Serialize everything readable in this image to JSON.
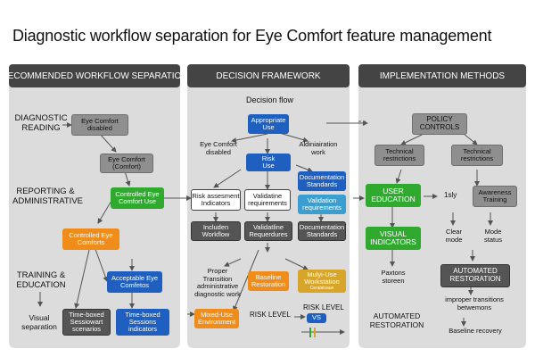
{
  "title": "Diagnostic workflow separation for Eye Comfort feature management",
  "headers": {
    "left": "RECOMMENDED WORKFLOW SEPARATION",
    "middle": "DECISION FRAMEWORK",
    "right": "IMPLEMENTATION METHODS"
  },
  "left": {
    "row_diag": "DIAGNOSTIC\nREADING",
    "row_report": "REPORTING &\nADMINISTRATIVE",
    "row_train": "TRAINING &\nEDUCATION",
    "row_visual": "Visual\nseparation",
    "eye_disabled": "Eye Comfort\ndisabled",
    "eye_comfort": "Eye Comfort\n(Comfort)",
    "controlled_use": "Controlled Eye\nComfort Use",
    "controlled_comforts": "Controlled Eye\nComforts",
    "acceptable": "Acceptable Eye\nComfetos",
    "time_boxed_a": "Time-boxed\nSessiowart\nscenarios",
    "time_boxed_b": "Time-boxed\nSessions\nindicators"
  },
  "middle": {
    "decision_flow": "Decision flow",
    "appropriate_use": "Appropriate\nUse",
    "eye_disabled": "Eye Comfort\ndisabled",
    "administration": "Aldiniairation\nwork",
    "risk": "Risk\nUse",
    "documentation": "Documentation\nStandards",
    "risk_assessment": "Risk assesment\nIndicators",
    "validation_req": "Validatine\nrequirements",
    "validation_req2": "Validation\nrequirements",
    "included_workflow": "Includen\nWorkflow",
    "validation_req3": "Validatline\nRequerdures",
    "documentation_std2": "Documentation\nStandards",
    "proper_transition": "Proper\nTransition\nadministrative\ndiagnostic work",
    "baseline_restoration": "Baseline\nRestoration",
    "multi_use": "Mulyi-Use\nWorkstation",
    "multi_use_sub": "Ceralalvaun",
    "mixed_use": "Mixed-Use\nEnvironment",
    "risk_level_a": "RISK LEVEL",
    "risk_level_b": "RISK LEVEL",
    "vs": "VS"
  },
  "right": {
    "policy_controls": "POLICY\nCONTROLS",
    "technical_a": "Technical\nrestrictions",
    "technical_b": "Technical\nrestrictions",
    "user_education": "USER\nEDUCATION",
    "isly": "1sly",
    "awareness": "Awareness\nTraining",
    "visual_indicators": "VISUAL\nINDICATORS",
    "clear_mode": "Clear\nmode",
    "mode_status": "Mode\nstatus",
    "paxtons": "Paxtons\nstoreen",
    "automated_restoration_box": "AUTOMATED\nRESTORATION",
    "automated_restoration_text": "AUTOMATED\nRESTORATION",
    "improper": "improper transitions\nbetwemons",
    "baseline_recovery": "Baseline recovery"
  }
}
